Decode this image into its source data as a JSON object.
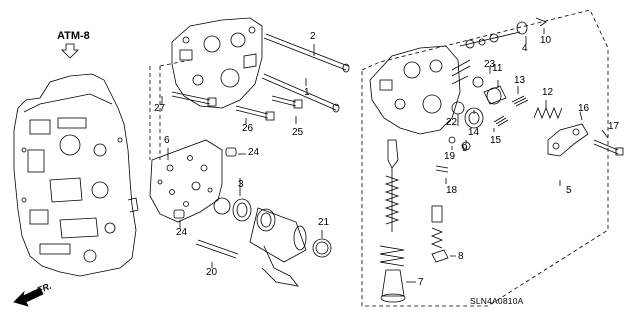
{
  "header": {
    "section_code": "ATM-8",
    "front_marker": "FR."
  },
  "reference_code": "SLN4A0810A",
  "part_labels": [
    "1",
    "2",
    "3",
    "4",
    "5",
    "6",
    "7",
    "8",
    "9",
    "10",
    "11",
    "12",
    "13",
    "14",
    "15",
    "16",
    "17",
    "18",
    "19",
    "20",
    "21",
    "22",
    "23",
    "24",
    "24",
    "25",
    "26",
    "27"
  ],
  "colors": {
    "line": "#000000",
    "background": "#ffffff"
  }
}
